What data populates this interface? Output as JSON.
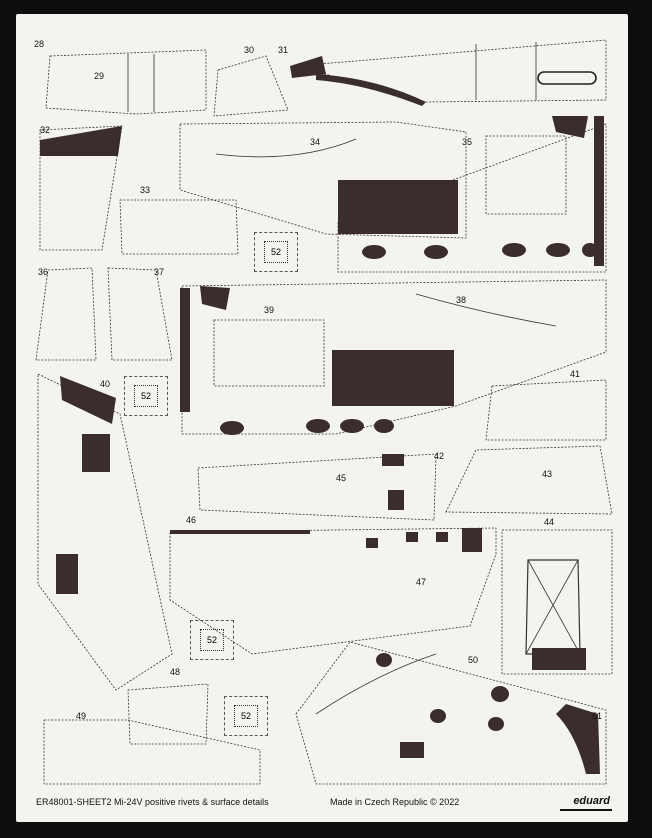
{
  "labels": [
    "28",
    "29",
    "30",
    "31",
    "32",
    "33",
    "34",
    "35",
    "36",
    "37",
    "38",
    "39",
    "40",
    "41",
    "42",
    "43",
    "44",
    "45",
    "46",
    "47",
    "48",
    "49",
    "50",
    "51"
  ],
  "badge_label": "52",
  "footer": {
    "left": "ER48001-SHEET2 Mi-24V positive rivets & surface details",
    "middle": "Made in Czech Republic © 2022",
    "brand": "eduard"
  },
  "colors": {
    "sheet": "#f3f3f0",
    "dark": "#3b2d2d",
    "background": "#0d0d0d"
  }
}
